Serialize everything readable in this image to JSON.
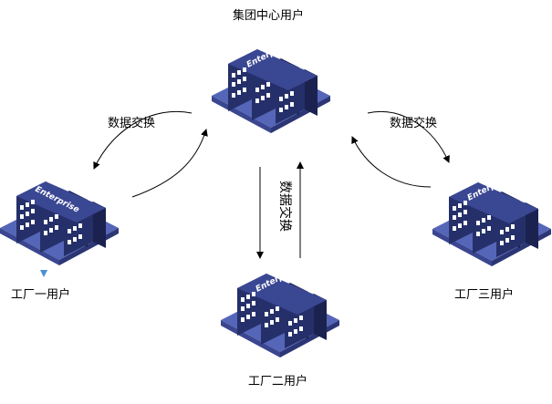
{
  "nodes": {
    "center": {
      "label": "集团中心用户",
      "badge": "Enterprise"
    },
    "factory1": {
      "label": "工厂一用户",
      "badge": "Enterprise"
    },
    "factory2": {
      "label": "工厂二用户",
      "badge": "Enterprise"
    },
    "factory3": {
      "label": "工厂三用户",
      "badge": "Enterprise"
    }
  },
  "edges": {
    "left": {
      "label": "数据交换"
    },
    "right": {
      "label": "数据交换"
    },
    "vertical": {
      "label": "数据交换"
    }
  },
  "colors": {
    "building_front": "#25306a",
    "building_side": "#1b2250",
    "building_top": "#3a4793",
    "base_top": "#5566b8",
    "base_side": "#3a4690",
    "window": "#ffffff",
    "arrow": "#000000",
    "marker": "#4a8fd8"
  },
  "icons": {
    "marker": "triangle-down-marker-icon"
  }
}
